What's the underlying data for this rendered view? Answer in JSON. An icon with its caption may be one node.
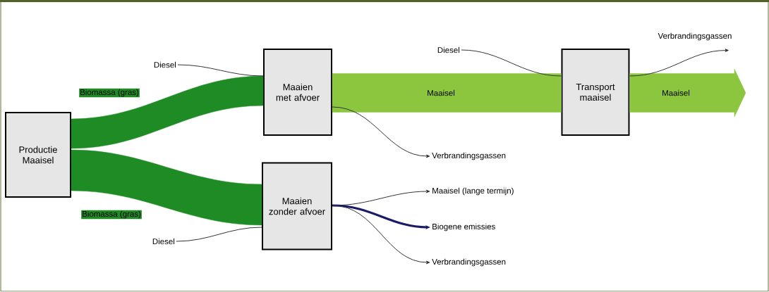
{
  "diagram": {
    "nodes": [
      {
        "text": [
          "Productie Maaisel"
        ]
      },
      {
        "text": [
          "Maaien met afvoer"
        ]
      },
      {
        "text": [
          "Maaien zonder afvoer"
        ]
      },
      {
        "text": [
          "Transport maaisel"
        ]
      },
      {
        "text": [
          "Diesel"
        ]
      },
      {
        "text": [
          "Diesel"
        ]
      },
      {
        "text": [
          "Diesel"
        ]
      },
      {
        "text": [
          "Verbrandingsgassen"
        ]
      },
      {
        "text": [
          "Maaisel (lange termijn)"
        ]
      },
      {
        "text": [
          "Biogene emissies"
        ]
      },
      {
        "text": [
          "Verbrandingsgassen"
        ]
      },
      {
        "text": [
          "Verbrandingsgassen"
        ]
      }
    ],
    "edges": [
      {
        "from": 0,
        "to": 1,
        "arrow": "none",
        "label": "Biomassa (gras)",
        "style": "thick",
        "color": "#1f8b24"
      },
      {
        "from": 0,
        "to": 2,
        "arrow": "none",
        "label": "Biomassa (gras)",
        "style": "thick",
        "color": "#1f8b24"
      },
      {
        "from": 1,
        "to": 3,
        "arrow": "none",
        "label": "Maaisel",
        "style": "thick",
        "color": "#8cc63f"
      },
      {
        "from": 3,
        "to": null,
        "arrow": "to",
        "label": "Maaisel",
        "style": "thick",
        "color": "#8cc63f"
      },
      {
        "from": 4,
        "to": 1,
        "arrow": "none"
      },
      {
        "from": 5,
        "to": 2,
        "arrow": "none"
      },
      {
        "from": 6,
        "to": 3,
        "arrow": "none"
      },
      {
        "from": 1,
        "to": 7,
        "arrow": "to"
      },
      {
        "from": 2,
        "to": 8,
        "arrow": "to"
      },
      {
        "from": 2,
        "to": 9,
        "arrow": "to",
        "style": "thick",
        "color": "#1a1a66"
      },
      {
        "from": 2,
        "to": 10,
        "arrow": "to"
      },
      {
        "from": 3,
        "to": 11,
        "arrow": "to"
      }
    ]
  }
}
